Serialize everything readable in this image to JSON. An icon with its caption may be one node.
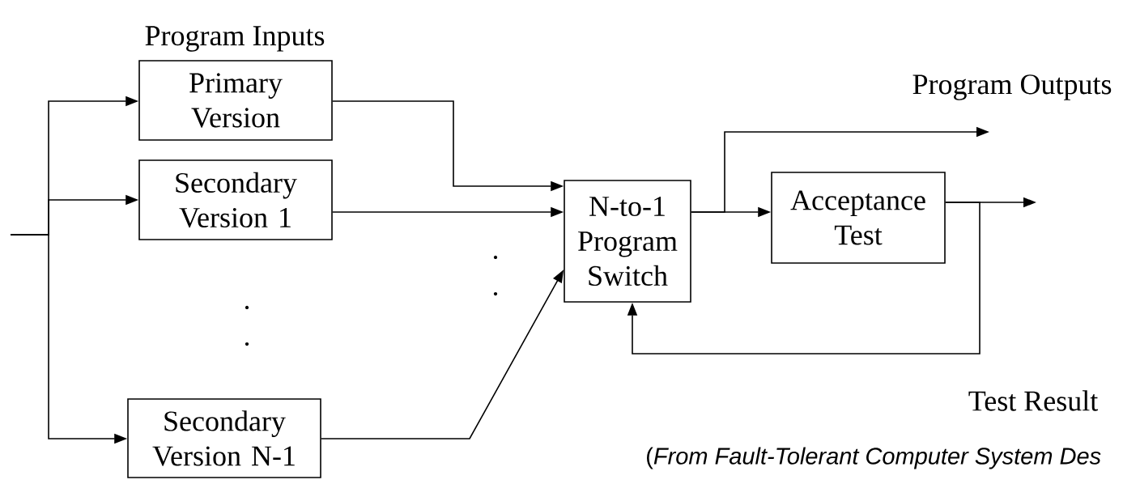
{
  "diagram": {
    "caption": "(*From Fault-Tolerant Computer System Des*",
    "nodes": [
      {
        "text": [
          "Primary Version"
        ]
      },
      {
        "text": [
          "Secondary Version 1"
        ]
      },
      {
        "text": [
          "Secondary Version N-1"
        ]
      },
      {
        "text": [
          "N-to-1 Program Switch"
        ]
      },
      {
        "text": [
          "Acceptance Test"
        ]
      }
    ],
    "edges": [
      {
        "from": null,
        "to": 0,
        "arrow": "to"
      },
      {
        "from": null,
        "to": 1,
        "arrow": "to"
      },
      {
        "from": null,
        "to": 2,
        "arrow": "to"
      },
      {
        "from": 0,
        "to": 3,
        "arrow": "to"
      },
      {
        "from": 1,
        "to": 3,
        "arrow": "to"
      },
      {
        "from": 2,
        "to": 3,
        "arrow": "to"
      },
      {
        "from": 3,
        "to": 4,
        "arrow": "to"
      },
      {
        "from": 3,
        "to": null,
        "arrow": "to"
      },
      {
        "from": 4,
        "to": null,
        "arrow": "to"
      },
      {
        "from": 4,
        "to": 3,
        "arrow": "to"
      }
    ],
    "labels": [
      "Program Inputs",
      "Program Outputs",
      ".",
      ".",
      ".",
      ".",
      "Test Result"
    ]
  }
}
